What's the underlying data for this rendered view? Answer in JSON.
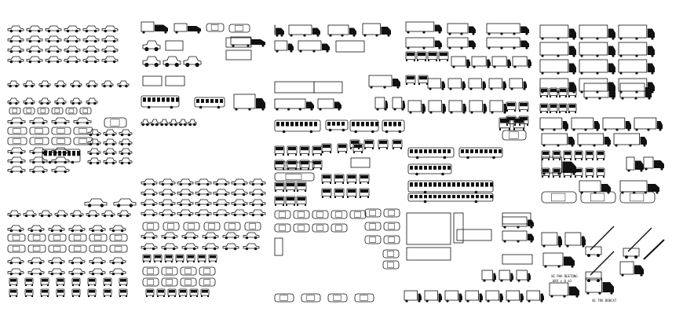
{
  "annotations": {
    "label_top": "XE PHA BEETONG",
    "label_top_sub": "WXX x 0 m3",
    "label_bottom": "XE TRO BOBCAT"
  },
  "colors": {
    "ink": "#111111",
    "background": "#ffffff"
  }
}
